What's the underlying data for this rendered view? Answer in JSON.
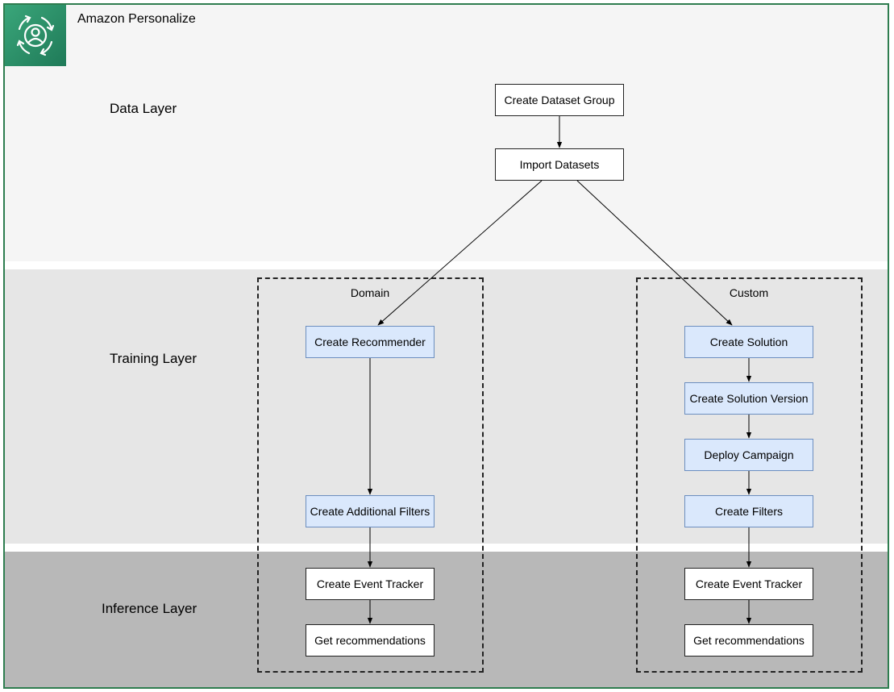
{
  "header": {
    "title": "Amazon Personalize",
    "logo_icon": "personalize-logo-icon"
  },
  "layers": {
    "data": "Data Layer",
    "training": "Training Layer",
    "inference": "Inference Layer"
  },
  "groups": {
    "domain": "Domain",
    "custom": "Custom"
  },
  "nodes": {
    "create_dataset_group": "Create Dataset Group",
    "import_datasets": "Import Datasets",
    "create_recommender": "Create Recommender",
    "create_additional_filters": "Create Additional Filters",
    "domain_event_tracker": "Create Event Tracker",
    "domain_get_recommendations": "Get recommendations",
    "create_solution": "Create Solution",
    "create_solution_version": "Create Solution Version",
    "deploy_campaign": "Deploy Campaign",
    "create_filters": "Create Filters",
    "custom_event_tracker": "Create Event Tracker",
    "custom_get_recommendations": "Get recommendations"
  },
  "colors": {
    "frame": "#2e7d4f",
    "logo": "#1f7a58",
    "data_band": "#f5f5f5",
    "training_band": "#e6e6e6",
    "inference_band": "#b8b8b8",
    "service_node": "#dae8fc",
    "service_node_border": "#6c8ebf"
  }
}
